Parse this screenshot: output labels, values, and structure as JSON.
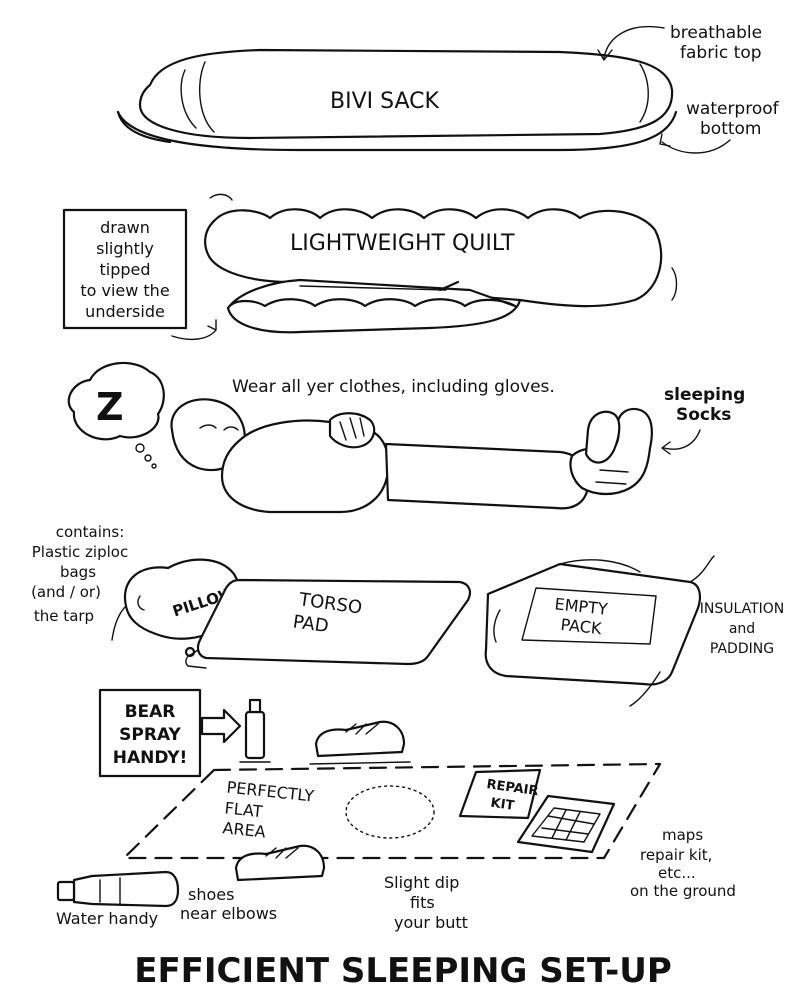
{
  "labels": {
    "bivi_sack": "BIVI SACK",
    "breathable_top": [
      "breathable",
      "fabric top"
    ],
    "waterproof_bottom": [
      "waterproof",
      "bottom"
    ],
    "quilt": "LIGHTWEIGHT QUILT",
    "tipped_note": [
      "drawn",
      "slightly",
      "tipped",
      "to view the",
      "underside"
    ],
    "z": "Z",
    "clothes": "Wear all yer clothes, including gloves.",
    "sleeping_socks": [
      "sleeping",
      "Socks"
    ],
    "pillow_contains": [
      "contains:",
      "Plastic ziploc",
      "bags",
      "(and / or)",
      "the tarp"
    ],
    "pillow": "PILLOW",
    "torso_pad": [
      "TORSO",
      "PAD"
    ],
    "empty_pack": [
      "EMPTY",
      "PACK"
    ],
    "insulation": [
      "INSULATION",
      "and",
      "PADDING"
    ],
    "bear_spray": [
      "BEAR",
      "SPRAY",
      "HANDY!"
    ],
    "flat_area": [
      "PERFECTLY",
      "FLAT",
      "AREA"
    ],
    "repair_kit": [
      "REPAIR",
      "KIT"
    ],
    "maps_note": [
      "maps",
      "repair kit,",
      "etc...",
      "on the ground"
    ],
    "water": "Water handy",
    "shoes": [
      "shoes",
      "near elbows"
    ],
    "dip": [
      "Slight dip",
      "fits",
      "your butt"
    ],
    "title": "EFFICIENT SLEEPING SET-UP"
  }
}
